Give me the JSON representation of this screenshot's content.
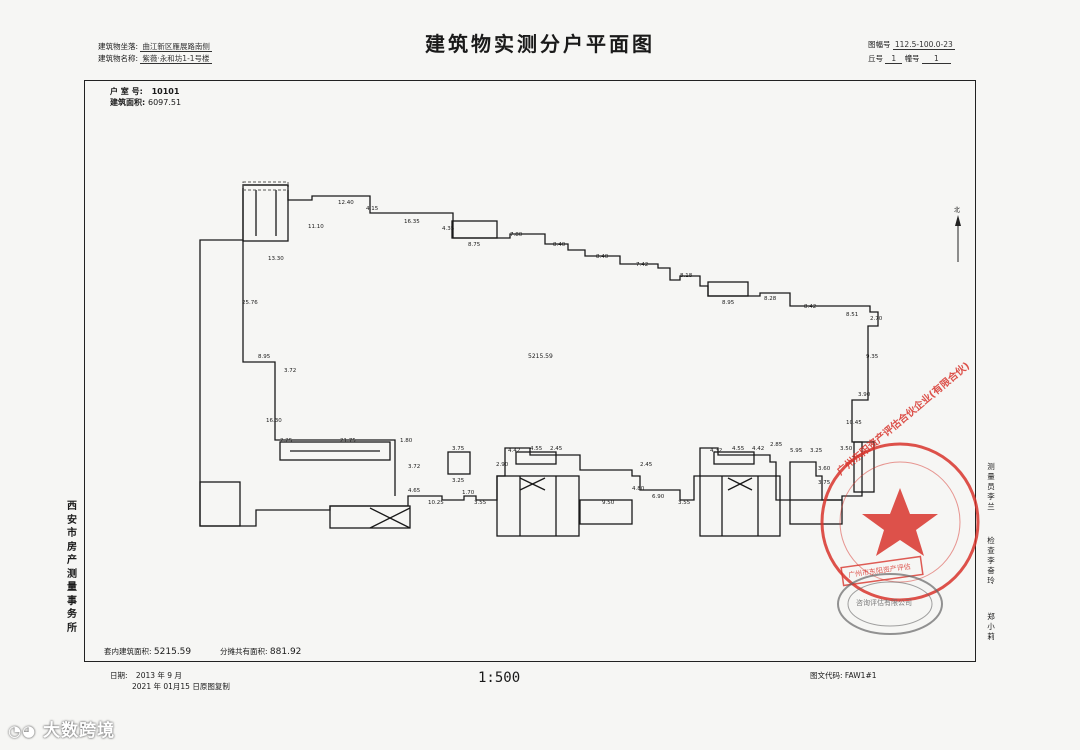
{
  "header": {
    "title": "建筑物实测分户平面图",
    "location_label": "建筑物坐落:",
    "location_value": "曲江新区雁展路南侧",
    "name_label": "建筑物名称:",
    "name_value": "紫薇·永和坊1-1号楼",
    "map_no_label": "图幅号",
    "map_no_value": "112.5-100.0-23",
    "hill_label": "丘号",
    "hill_value": "1",
    "bldg_label": "幢号",
    "bldg_value": "1"
  },
  "room": {
    "no_label": "户 室 号:",
    "no_value": "10101",
    "area_label": "建筑面积:",
    "area_value": "6097.51"
  },
  "plan": {
    "center_area": "5215.59",
    "dims_top": [
      "12.40",
      "4.15",
      "16.35",
      "4.35",
      "8.75",
      "7.80",
      "8.40",
      "8.40",
      "7.42",
      "8.18",
      "8.95",
      "8.28",
      "8.42",
      "8.51"
    ],
    "dims_left": [
      "11.10",
      "13.30",
      "25.76",
      "8.95",
      "3.72",
      "16.30",
      "2.25",
      "21.75",
      "1.80",
      "3.75",
      "3.72",
      "4.65",
      "10.25",
      "1.70",
      "3.55"
    ],
    "dims_bottom": [
      "3.25",
      "4.42",
      "4.55",
      "2.45",
      "2.90",
      "9.50",
      "6.90",
      "3.55",
      "4.32",
      "4.55",
      "4.42",
      "2.85",
      "5.95",
      "3.25",
      "3.50",
      "3.90"
    ],
    "dims_right": [
      "2.70",
      "9.35",
      "10.45",
      "3.60",
      "3.75",
      "2.45",
      "4.80"
    ]
  },
  "summary": {
    "inner_area_label": "套内建筑面积:",
    "inner_area_value": "5215.59",
    "shared_area_label": "分摊共有面积:",
    "shared_area_value": "881.92"
  },
  "footer": {
    "date_label": "日期:",
    "date_value": "2013 年 9 月",
    "reprint_value": "2021 年 01月15 日原图复制",
    "scale": "1:500",
    "doc_code_label": "图文代码:",
    "doc_code_value": "FAW1#1"
  },
  "org_vertical": "西安市房产测量事务所",
  "survey_vertical": "测量员 李兰",
  "check_vertical": "检查 李奋玲",
  "draw_vertical": "郑小莉",
  "seal": {
    "main_text": "广州东阳资产评估合伙企业(有限合伙)",
    "inner_text": "广州市东阳资产评估",
    "color": "#d8342c"
  },
  "seal2": {
    "text": "咨询评估有限公司"
  },
  "watermark": "大数跨境",
  "north_label": "北"
}
